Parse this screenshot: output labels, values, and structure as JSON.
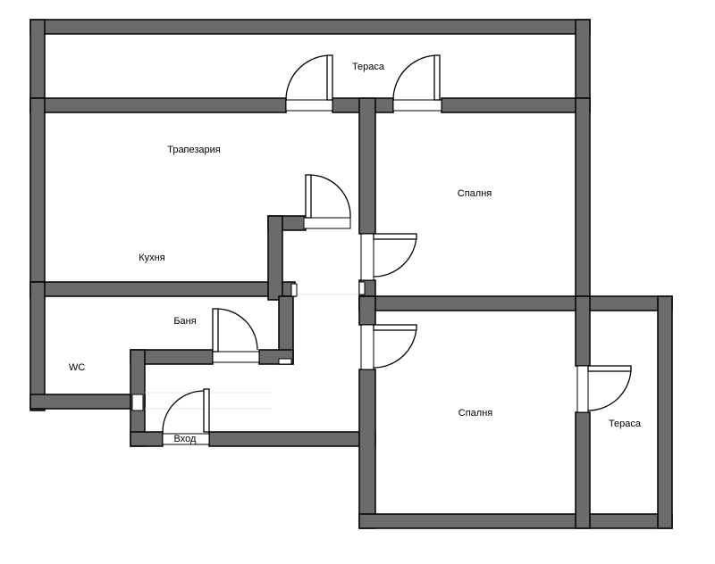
{
  "rooms": {
    "terrace_top": "Тераса",
    "dining": "Трапезария",
    "bedroom_top": "Спалня",
    "kitchen": "Кухня",
    "bathroom": "Баня",
    "wc": "WC",
    "bedroom_bottom": "Спалня",
    "terrace_right": "Тераса",
    "entrance": "Вход"
  },
  "colors": {
    "wall_fill": "#6b6b6b",
    "wall_outline": "#000000",
    "background": "#ffffff"
  }
}
